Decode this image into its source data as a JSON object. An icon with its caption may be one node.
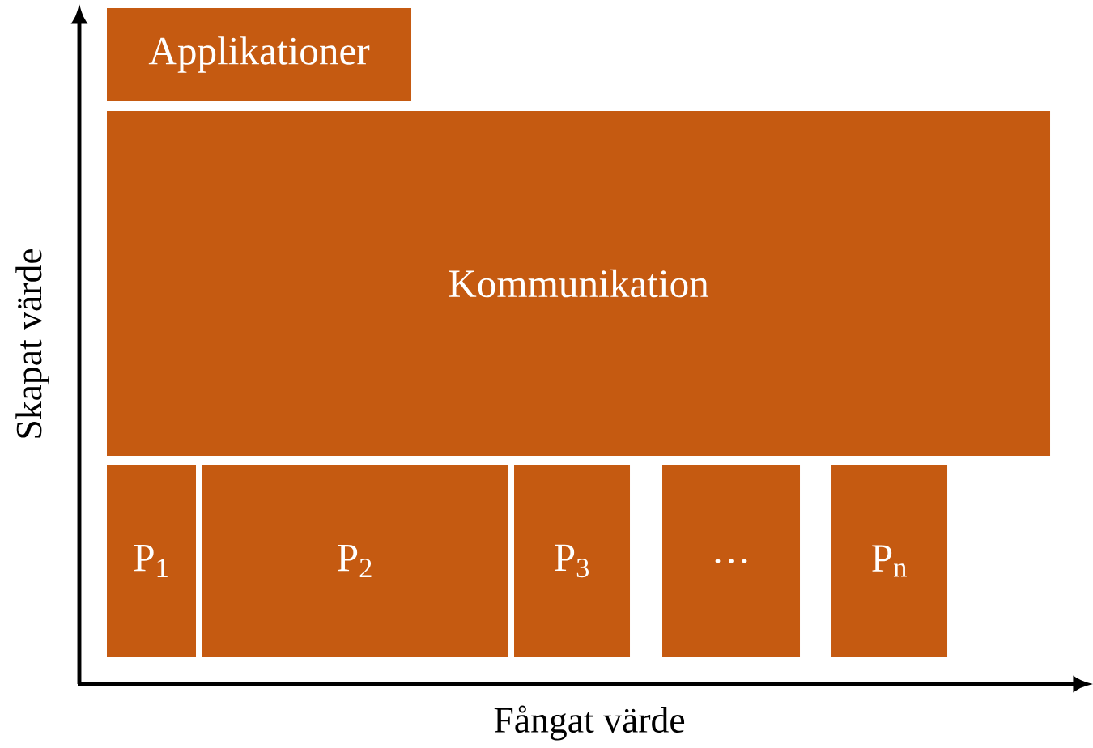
{
  "diagram": {
    "nodes": [
      {
        "text": [
          "Applikationer"
        ]
      },
      {
        "text": [
          "Kommunikation"
        ]
      },
      {
        "text": [
          "P$_{1}$"
        ]
      },
      {
        "text": [
          "P$_{2}$"
        ]
      },
      {
        "text": [
          "P$_{3}$"
        ]
      },
      {
        "text": [
          "…"
        ]
      },
      {
        "text": [
          "P$_{n}$"
        ]
      }
    ],
    "labels": [
      "Skapat värde",
      "Fångat värde"
    ]
  }
}
